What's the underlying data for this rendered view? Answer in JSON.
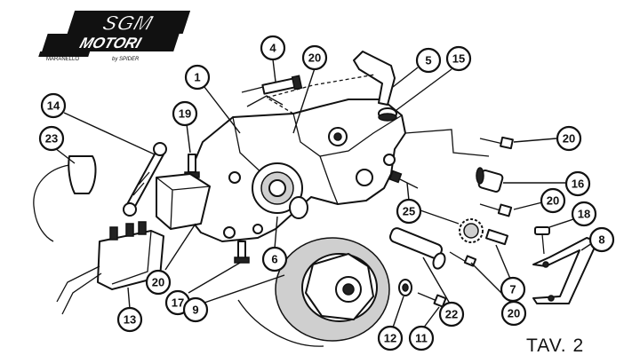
{
  "logo": {
    "brand": "SGM",
    "name": "MOTORI",
    "sub1": "MARANELLO",
    "sub2": "by SPIDER"
  },
  "sheet_label": "TAV. 2",
  "callouts": [
    "4",
    "20",
    "5",
    "15",
    "1",
    "14",
    "19",
    "23",
    "20",
    "16",
    "20",
    "18",
    "25",
    "8",
    "6",
    "20",
    "7",
    "13",
    "17",
    "9",
    "22",
    "20",
    "12",
    "11"
  ],
  "colors": {
    "ink": "#111111",
    "paper": "#ffffff",
    "stipple": "#cfcfcf"
  }
}
